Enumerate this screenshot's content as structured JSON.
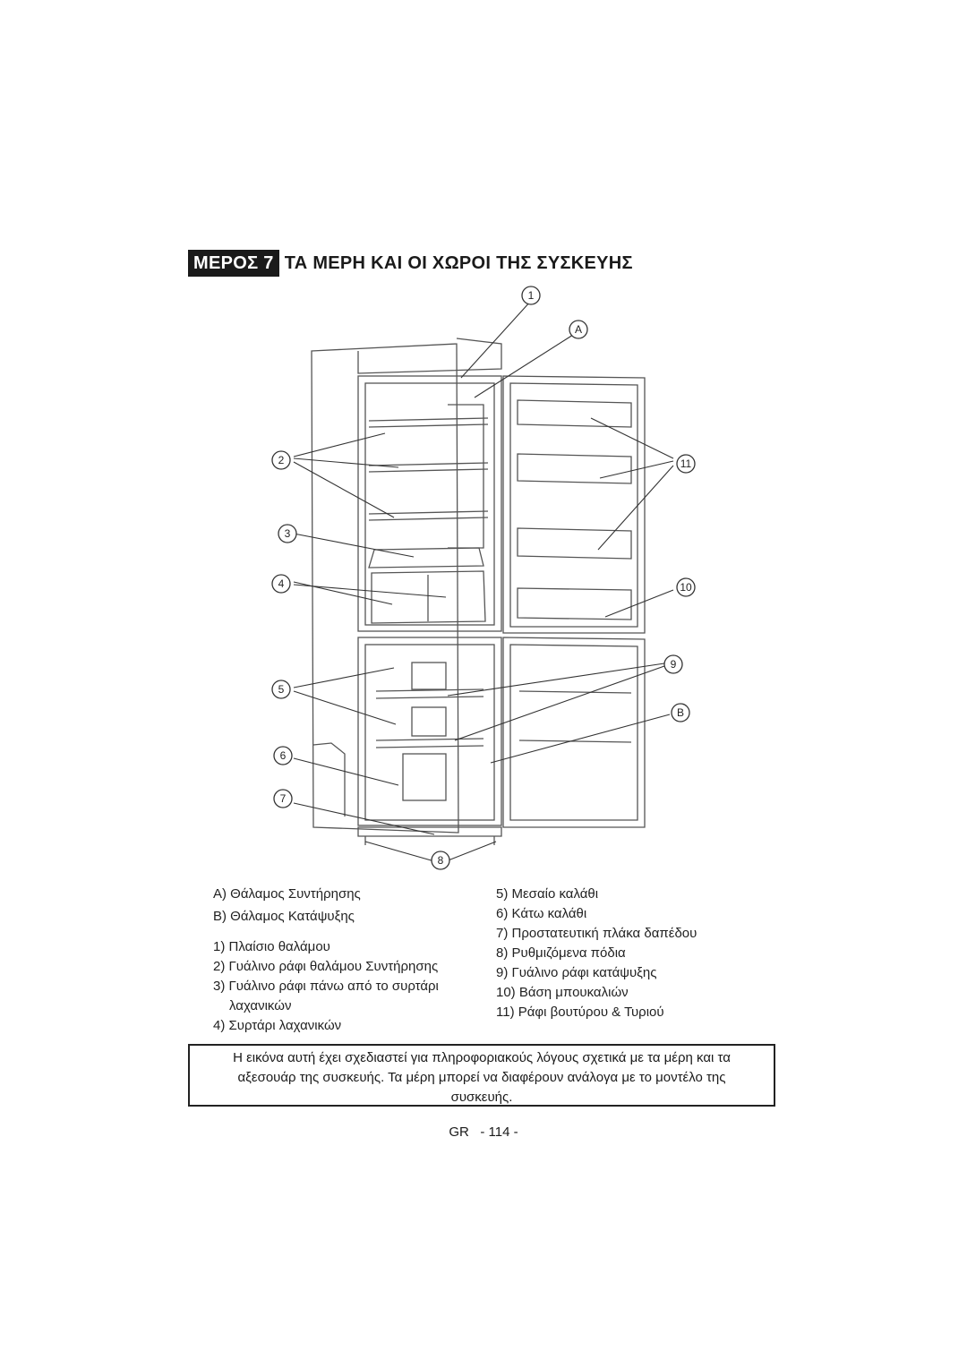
{
  "heading": {
    "badge": "ΜΕΡΟΣ 7",
    "title": "ΤΑ ΜΕΡΗ ΚΑΙ ΟΙ ΧΩΡΟΙ ΤΗΣ ΣΥΣΚΕΥΗΣ"
  },
  "callouts": [
    "1",
    "A",
    "2",
    "11",
    "3",
    "4",
    "10",
    "9",
    "5",
    "B",
    "6",
    "7",
    "8"
  ],
  "legend_left": {
    "a": "A) Θάλαμος Συντήρησης",
    "b": "B) Θάλαμος Κατάψυξης",
    "i1": "1) Πλαίσιο θαλάμου",
    "i2": "2) Γυάλινο ράφι θαλάμου Συντήρησης",
    "i3": "3) Γυάλινο ράφι πάνω από το συρτάρι",
    "i3b": "λαχανικών",
    "i4": "4) Συρτάρι λαχανικών"
  },
  "legend_right": {
    "i5": "5) Μεσαίο καλάθι",
    "i6": "6) Κάτω καλάθι",
    "i7": "7) Προστατευτική πλάκα δαπέδου",
    "i8": "8) Ρυθμιζόμενα πόδια",
    "i9": "9) Γυάλινο ράφι κατάψυξης",
    "i10": "10) Βάση μπουκαλιών",
    "i11": "11) Ράφι βουτύρου & Τυριού"
  },
  "notice": "Η εικόνα αυτή έχει σχεδιαστεί για πληροφοριακούς λόγους σχετικά με τα μέρη και τα αξεσουάρ της συσκευής. Τα μέρη μπορεί να διαφέρουν ανάλογα με το μοντέλο της συσκευής.",
  "page_number": "GR   - 114 -"
}
